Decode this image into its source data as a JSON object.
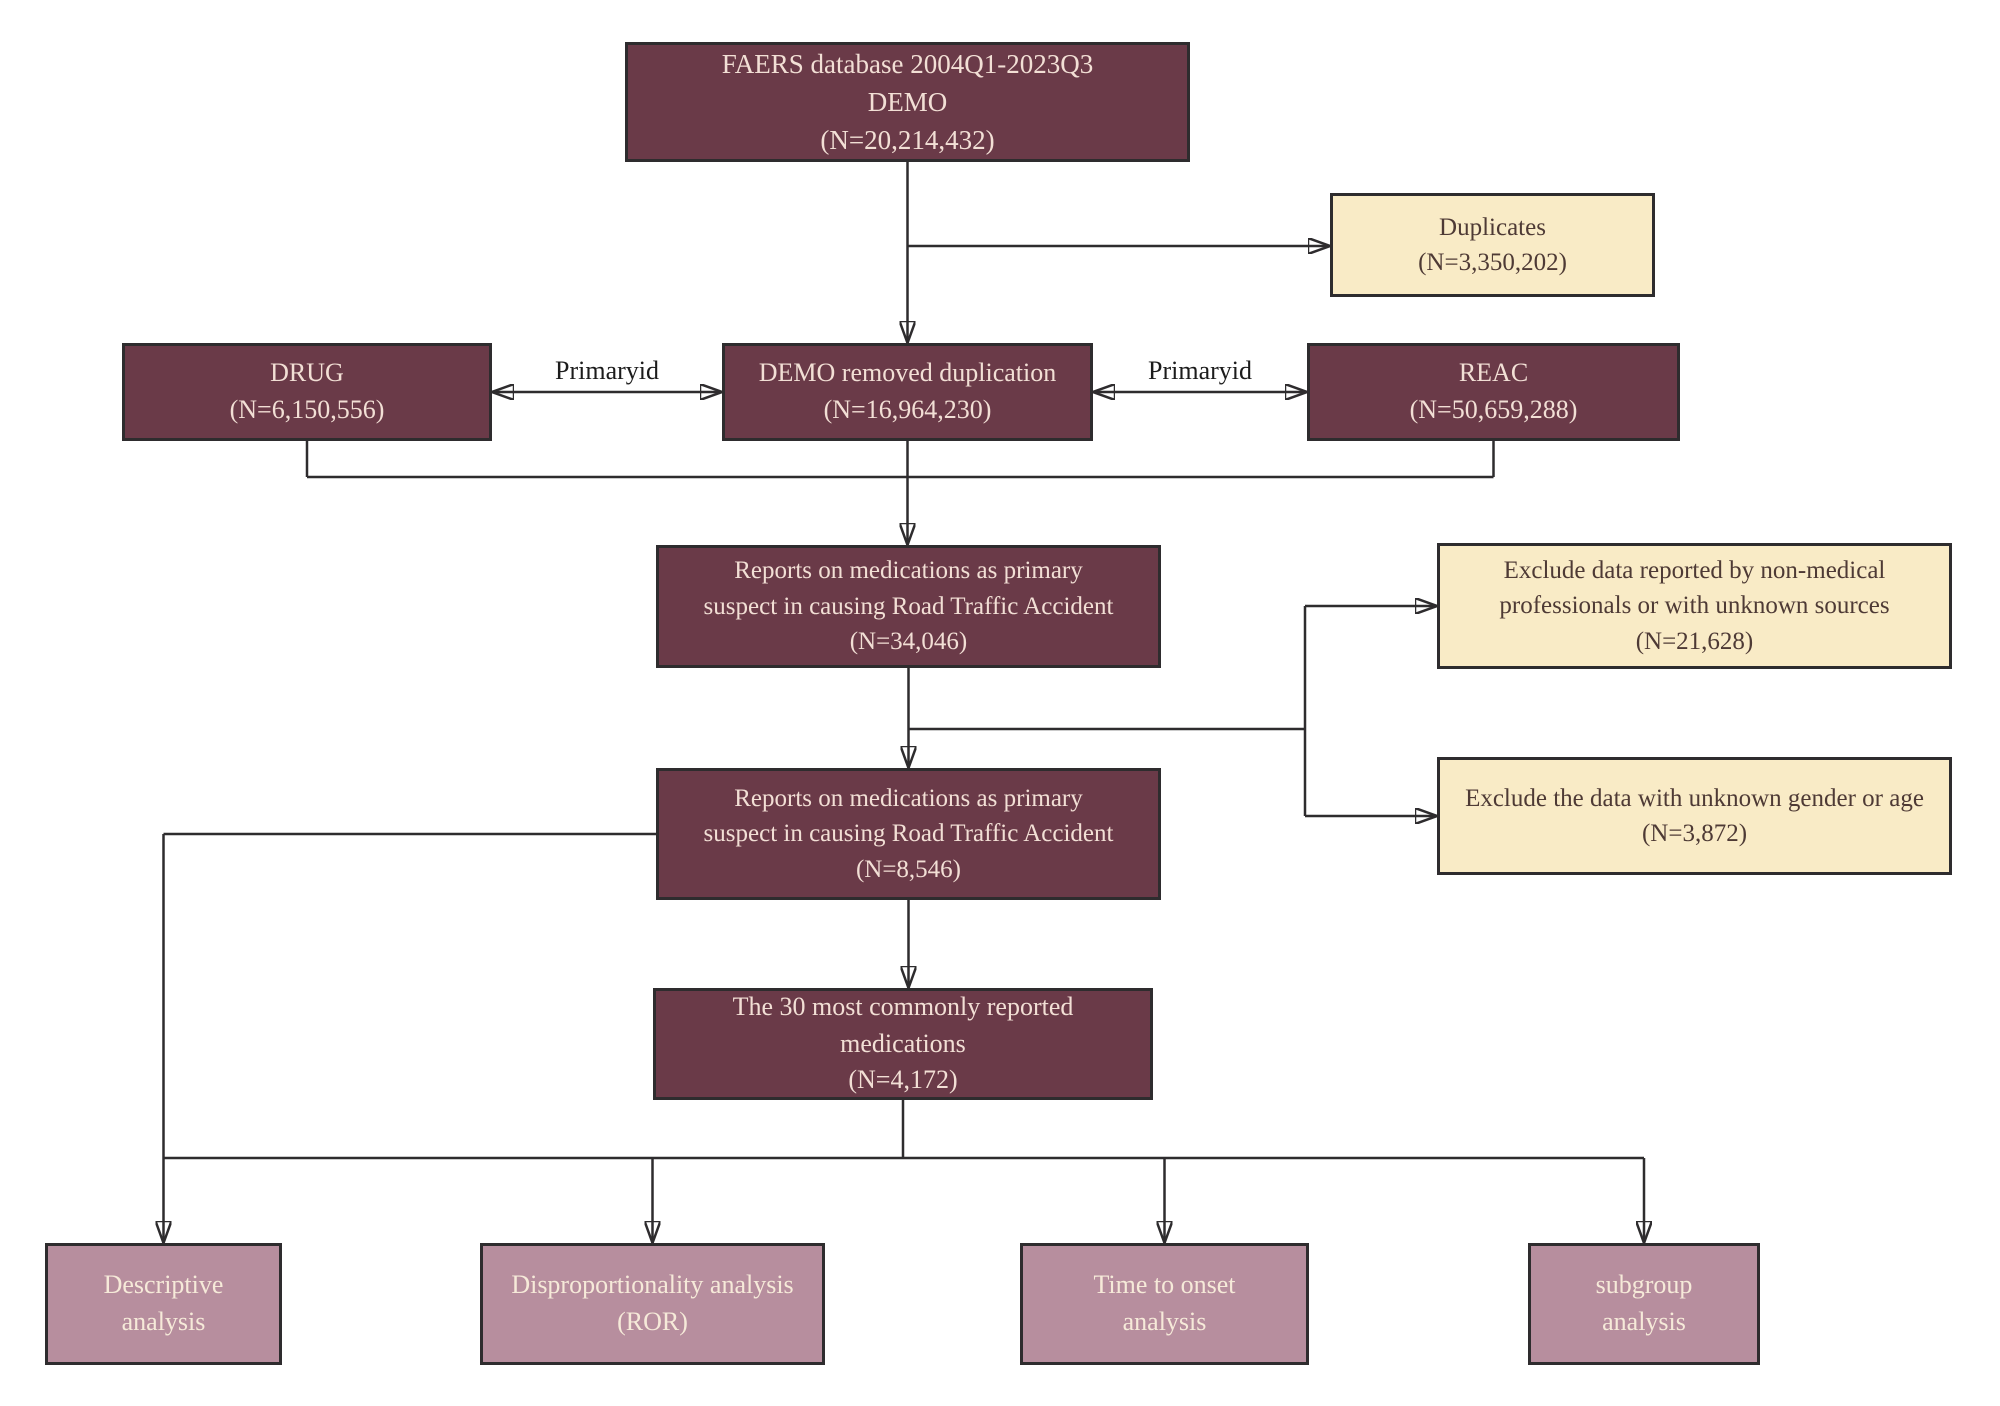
{
  "diagram": {
    "type": "flowchart",
    "nodes": {
      "faers": {
        "text": "FAERS database 2004Q1-2023Q3\nDEMO\n(N=20,214,432)"
      },
      "duplicates": {
        "text": "Duplicates\n(N=3,350,202)"
      },
      "drug": {
        "text": "DRUG\n(N=6,150,556)"
      },
      "demo_dedup": {
        "text": "DEMO removed duplication\n(N=16,964,230)"
      },
      "reac": {
        "text": "REAC\n(N=50,659,288)"
      },
      "reports_rta_34046": {
        "text": "Reports on medications as primary\nsuspect in causing Road Traffic Accident\n(N=34,046)"
      },
      "exclude_nonmedical": {
        "text": "Exclude data reported by non-medical\nprofessionals or with unknown sources\n(N=21,628)"
      },
      "reports_rta_8546": {
        "text": "Reports on medications as primary\nsuspect in causing Road Traffic Accident\n(N=8,546)"
      },
      "exclude_unknown_gender_age": {
        "text": "Exclude the data with unknown gender or age\n(N=3,872)"
      },
      "top30_medications": {
        "text": "The 30 most commonly reported\nmedications\n(N=4,172)"
      },
      "descriptive_analysis": {
        "text": "Descriptive\nanalysis"
      },
      "disproportionality_analysis": {
        "text": "Disproportionality analysis\n(ROR)"
      },
      "time_to_onset_analysis": {
        "text": "Time to onset\nanalysis"
      },
      "subgroup_analysis": {
        "text": "subgroup\nanalysis"
      }
    },
    "edge_labels": {
      "primaryid_left": "Primaryid",
      "primaryid_right": "Primaryid"
    },
    "colors": {
      "dark_box_fill": "#6a3a48",
      "dark_box_text": "#f2dfd5",
      "cream_box_fill": "#f9ebc6",
      "cream_box_text": "#4e3a35",
      "pink_box_fill": "#b78e9e",
      "pink_box_text": "#f6ead9",
      "line": "#2e2c2e"
    }
  }
}
